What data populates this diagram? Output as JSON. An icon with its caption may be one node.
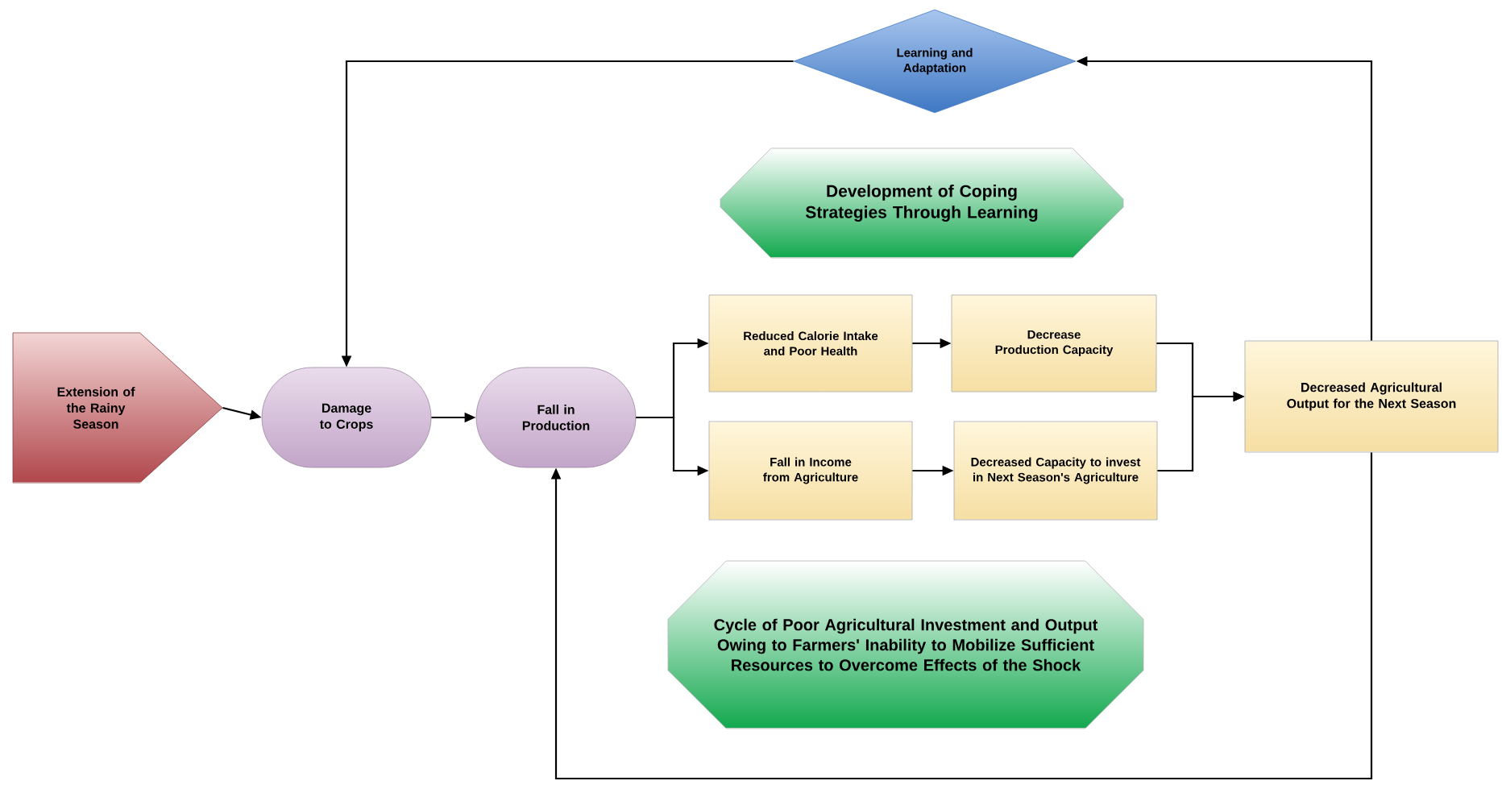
{
  "diagram": {
    "nodes": [
      {
        "text": [
          "Learning and Adaptation"
        ]
      },
      {
        "text": [
          "Development of Coping Strategies Through Learning"
        ]
      },
      {
        "text": [
          "Extension of the Rainy Season"
        ]
      },
      {
        "text": [
          "Damage to Crops"
        ]
      },
      {
        "text": [
          "Fall in Production"
        ]
      },
      {
        "text": [
          "Reduced Calorie Intake and Poor Health"
        ]
      },
      {
        "text": [
          "Decrease Production Capacity"
        ]
      },
      {
        "text": [
          "Fall in Income from Agriculture"
        ]
      },
      {
        "text": [
          "Decreased Capacity to invest in Next Season's Agriculture"
        ]
      },
      {
        "text": [
          "Decreased Agricultural Output for the Next Season"
        ]
      },
      {
        "text": [
          "Cycle of Poor Agricultural Investment and Output Owing to Farmers' Inability to Mobilize Sufficient Resources to Overcome Effects of the Shock"
        ]
      }
    ],
    "edges": [
      {
        "from": 2,
        "to": 3,
        "arrow": "to"
      },
      {
        "from": 3,
        "to": 4,
        "arrow": "to"
      },
      {
        "from": 4,
        "to": 5,
        "arrow": "to"
      },
      {
        "from": 4,
        "to": 7,
        "arrow": "to"
      },
      {
        "from": 5,
        "to": 6,
        "arrow": "to"
      },
      {
        "from": 7,
        "to": 8,
        "arrow": "to"
      },
      {
        "from": 6,
        "to": 9,
        "arrow": "to"
      },
      {
        "from": 8,
        "to": 9,
        "arrow": "to"
      },
      {
        "from": 9,
        "to": 0,
        "arrow": "to"
      },
      {
        "from": 0,
        "to": 3,
        "arrow": "to"
      },
      {
        "from": 9,
        "to": 4,
        "arrow": "to"
      }
    ]
  }
}
